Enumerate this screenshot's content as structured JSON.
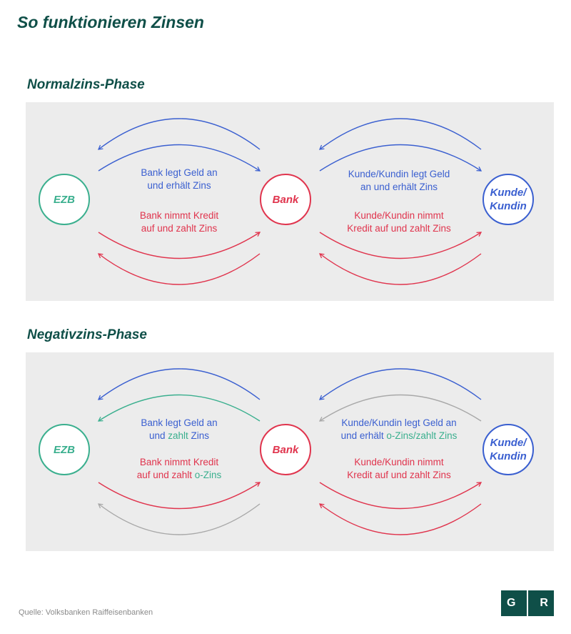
{
  "title": "So funktionieren Zinsen",
  "colors": {
    "blue": "#3a5fd0",
    "red": "#e0344d",
    "green": "#3aaf8e",
    "gray": "#a8a8a8",
    "panel": "#ececec",
    "dark_green": "#0f4f48"
  },
  "nodes": {
    "ezb": "EZB",
    "bank": "Bank",
    "kunde": "Kunde/\nKundin"
  },
  "normal": {
    "heading": "Normalzins-Phase",
    "left_top_1": "Bank legt Geld an",
    "left_top_2": "und erhält Zins",
    "left_bottom_1": "Bank nimmt Kredit",
    "left_bottom_2": "auf und zahlt Zins",
    "right_top_1": "Kunde/Kundin legt Geld",
    "right_top_2": "an und erhält Zins",
    "right_bottom_1": "Kunde/Kundin nimmt",
    "right_bottom_2": "Kredit auf und zahlt Zins"
  },
  "negative": {
    "heading": "Negativzins-Phase",
    "left_top_1": "Bank legt Geld an",
    "left_top_2a": "und ",
    "left_top_2b": "zahlt",
    "left_top_2c": " Zins",
    "left_bottom_1": "Bank nimmt Kredit",
    "left_bottom_2a": "auf und zahlt ",
    "left_bottom_2b": "o-Zins",
    "right_top_1": "Kunde/Kundin legt Geld an",
    "right_top_2a": "und erhält ",
    "right_top_2b": "o-Zins/zahlt Zins",
    "right_bottom_1": "Kunde/Kundin nimmt",
    "right_bottom_2": "Kredit auf und zahlt Zins"
  },
  "source": "Quelle: Volksbanken Raiffeisenbanken",
  "logo": {
    "left": "G",
    "right": "R"
  }
}
